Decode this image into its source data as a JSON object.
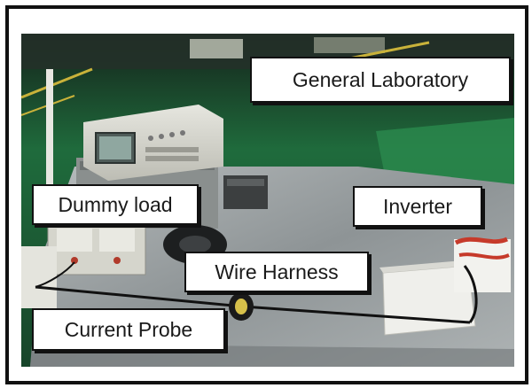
{
  "figure": {
    "labels": {
      "general_laboratory": "General Laboratory",
      "dummy_load": "Dummy load",
      "inverter": "Inverter",
      "wire_harness": "Wire Harness",
      "current_probe": "Current Probe"
    },
    "colors": {
      "background_floor": "#1f6b3c",
      "table_surface": "#9ea4a6",
      "instrument_body": "#d8d8d0",
      "cable": "#111111",
      "callout_fill": "#ffffff",
      "callout_border": "#111111"
    }
  }
}
